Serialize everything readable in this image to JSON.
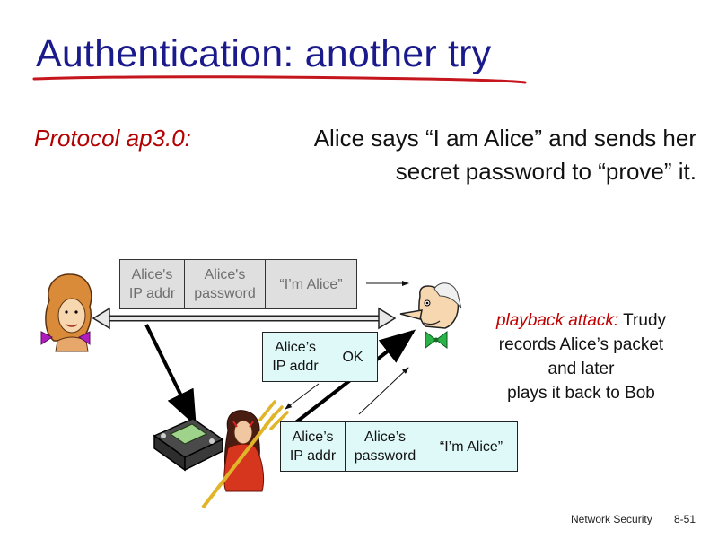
{
  "slide": {
    "title": "Authentication: another try",
    "protocol_label": "Protocol ap3.0:",
    "protocol_line1": "Alice says “I am Alice” and sends her",
    "protocol_line2": "secret password to “prove” it."
  },
  "packets": {
    "original": {
      "ip": [
        "Alice's",
        "IP addr"
      ],
      "password": [
        "Alice's",
        "password"
      ],
      "message": "“I’m Alice”"
    },
    "reply": {
      "ip": [
        "Alice’s",
        "IP addr"
      ],
      "message": "OK"
    },
    "replayed": {
      "ip": [
        "Alice’s",
        "IP addr"
      ],
      "password": [
        "Alice’s",
        "password"
      ],
      "message": "“I’m Alice”"
    }
  },
  "attack": {
    "label": "playback attack:",
    "text_line1": "Trudy",
    "text_line2": "records Alice’s packet",
    "text_line3": "and later",
    "text_line4": "plays it back to Bob"
  },
  "footer": {
    "course": "Network Security",
    "page": "8-51"
  },
  "icons": [
    "alice-icon",
    "bob-icon",
    "trudy-icon",
    "recorder-icon"
  ],
  "colors": {
    "title": "#1a1a8c",
    "accent_red": "#b30000",
    "packet_cyan": "#dff8f8",
    "packet_gray": "#dfdfdf"
  }
}
